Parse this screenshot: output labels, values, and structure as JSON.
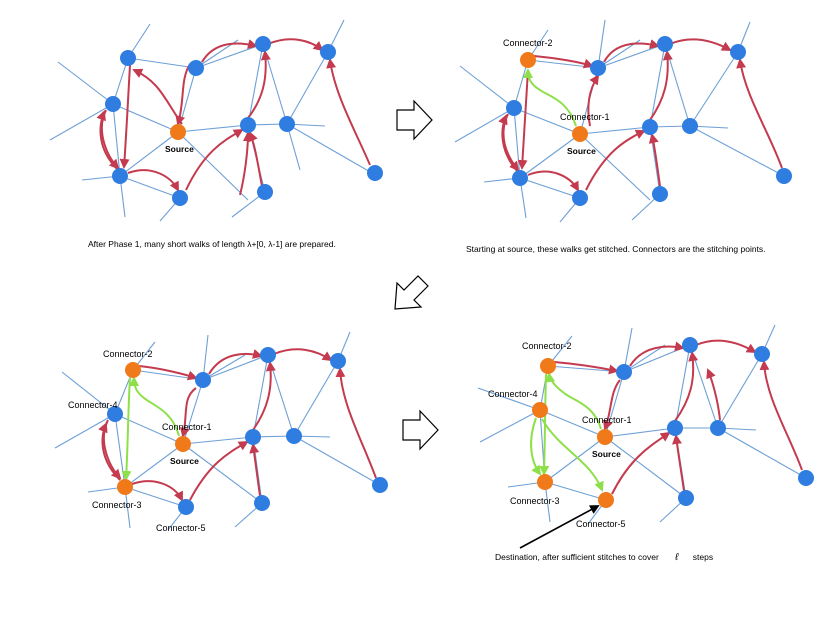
{
  "colors": {
    "edge": "#6ea0d6",
    "walk": "#c43a4e",
    "stitch": "#8ee04a",
    "node_blue": "#2f7de0",
    "node_orange": "#f07a1a",
    "pointer": "#000000"
  },
  "labels": {
    "source": "Source",
    "connector_1": "Connector-1",
    "connector_2": "Connector-2",
    "connector_3": "Connector-3",
    "connector_4": "Connector-4",
    "connector_5": "Connector-5"
  },
  "captions": {
    "panel_1": "After Phase 1, many short walks of length  λ+[0, λ-1]  are prepared.",
    "panel_2": "Starting at source, these walks get stitched. Connectors are the stitching points.",
    "panel_4": "Destination, after sufficient stitches to cover",
    "panel_4_symbol": "ℓ",
    "panel_4_suffix": "steps"
  },
  "icons": [
    "arrow-right-icon",
    "arrow-down-left-icon",
    "arrow-right-icon"
  ]
}
